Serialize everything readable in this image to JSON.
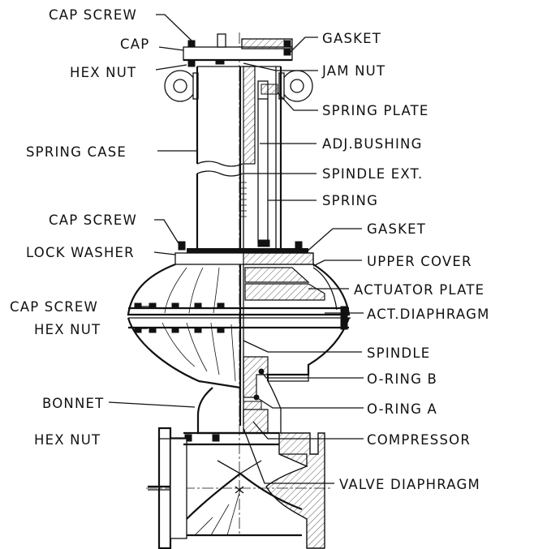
{
  "labels": {
    "cap_screw_top": "CAP SCREW",
    "cap": "CAP",
    "hex_nut_top": "HEX NUT",
    "spring_case": "SPRING CASE",
    "cap_screw_mid": "CAP SCREW",
    "lock_washer": "LOCK WASHER",
    "cap_screw_left": "CAP SCREW",
    "hex_nut_left": "HEX NUT",
    "bonnet": "BONNET",
    "hex_nut_bottom": "HEX NUT",
    "gasket_top": "GASKET",
    "jam_nut": "JAM NUT",
    "spring_plate": "SPRING PLATE",
    "adj_bushing": "ADJ.BUSHING",
    "spindle_ext": "SPINDLE EXT.",
    "spring": "SPRING",
    "gasket_mid": "GASKET",
    "upper_cover": "UPPER COVER",
    "actuator_plate": "ACTUATOR PLATE",
    "act_diaphragm": "ACT.DIAPHRAGM",
    "spindle": "SPINDLE",
    "o_ring_b": "O-RING B",
    "o_ring_a": "O-RING A",
    "compressor": "COMPRESSOR",
    "valve_diaphragm": "VALVE DIAPHRAGM"
  },
  "colors": {
    "ink": "#111111",
    "paper": "#ffffff"
  }
}
